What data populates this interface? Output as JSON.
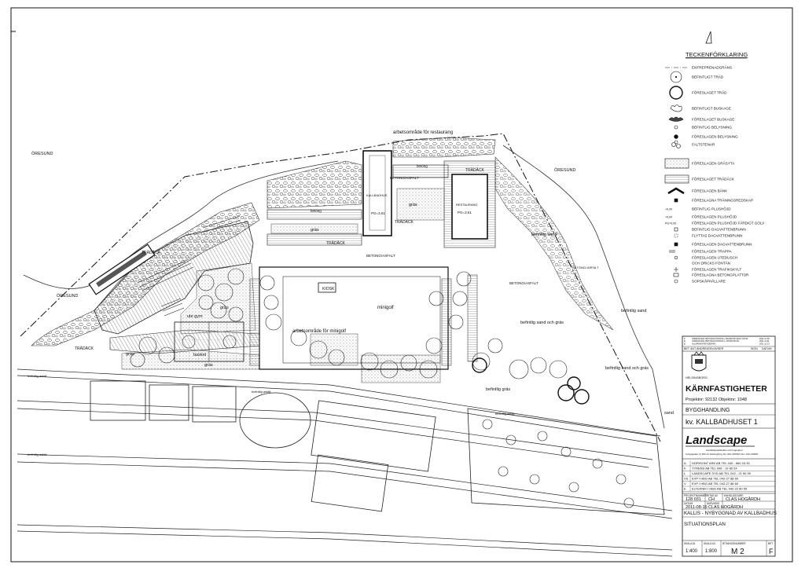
{
  "legend": {
    "title": "TECKENFÖRKLARING",
    "items": [
      {
        "label": "ENTREPRENADGRÄNS",
        "symbol": "dashdot-line"
      },
      {
        "label": "BEFINTLIGT TRÄD",
        "symbol": "tree-existing"
      },
      {
        "label": "FÖRESLAGET TRÄD",
        "symbol": "tree-proposed"
      },
      {
        "label": "BEFINTLIGT BUSKAGE",
        "symbol": "shrub-existing"
      },
      {
        "label": "FÖRESLAGET BUSKAGE",
        "symbol": "shrub-proposed"
      },
      {
        "label": "BEFINTLIG BELYSNING",
        "symbol": "light-existing"
      },
      {
        "label": "FÖRESLAGEN BELYSNING",
        "symbol": "light-proposed"
      },
      {
        "label": "FALTSTENAR",
        "symbol": "stones"
      },
      {
        "label": "FÖRESLAGEN GRÄSYTA",
        "symbol": "grass"
      },
      {
        "label": "FÖRESLAGET TRÄDÄCK",
        "symbol": "deck"
      },
      {
        "label": "FÖRESLAGEN BÄNK",
        "symbol": "bench"
      },
      {
        "label": "FÖRESLAGNA TRÄNINGSREDSKAP",
        "symbol": "gym"
      },
      {
        "label": "BEFINTLIG PLUSHÖJD",
        "symbol": "level-existing"
      },
      {
        "label": "FÖRESLAGEN PLUSHÖJD",
        "symbol": "level-proposed"
      },
      {
        "label": "FÖRESLAGEN PLUSHÖJD FÄRDIGT GOLV",
        "symbol": "level-floor"
      },
      {
        "label": "BEFINTLIG DAGVATTENBRUNN",
        "symbol": "drain-existing"
      },
      {
        "label": "FLYTTAS DAGVATTENBRUNN",
        "symbol": "drain-moved"
      },
      {
        "label": "FÖRESLAGEN DAGVATTENBRUNN",
        "symbol": "drain-proposed"
      },
      {
        "label": "FÖRESLAGEN TRAPPA",
        "symbol": "stair"
      },
      {
        "label": "FÖRESLAGEN UTEDUSCH",
        "symbol": "shower"
      },
      {
        "label": "OCH DRICKS FONTÄN",
        "symbol": "none"
      },
      {
        "label": "FÖRESLAGEN TRAFIKSKYLT",
        "symbol": "sign"
      },
      {
        "label": "FÖRESLAGNA BETONGPLATTOR",
        "symbol": "slabs"
      },
      {
        "label": "SOPSKÅPHÅLLARE",
        "symbol": "bin"
      }
    ]
  },
  "plan_labels": {
    "oresund_1": "ÖRESUND",
    "oresund_2": "ÖRESUND",
    "oresund_3": "ÖRESUND",
    "restaurant_area": "arbetsområde för restaurang",
    "minigolf_area": "arbetsområde för minigolf",
    "minigolf": "minigolf",
    "kiosk": "KIOSK",
    "kallbadhus": "KALLBADHUS",
    "restaurang": "RESTAURANG",
    "basket": "basket",
    "ute_gym": "ute gym",
    "grass": "gräs",
    "tradack": "TRÄDÄCK",
    "betong": "betong",
    "betong_asfalt": "BETONG/ASFALT",
    "sand_1": "befintlig sand",
    "sand_2": "befintlig sand",
    "sand_och_gras_1": "befintlig sand och gräs",
    "sand_och_gras_2": "befintlig sand och gräs",
    "befintlig_gras": "befintlig gräs",
    "sand_right": "sand",
    "befintlig_asfalt": "befintlig asfalt",
    "betong_asf_small": "BETONG/ ASFALT",
    "kallbadhus_pg": "PG=3,61",
    "restaurang_pg": "PG=3,61"
  },
  "revisions": {
    "rows": [
      {
        "letter": "F",
        "text": "ÄNDRAD ENL BETONGKONTROLL FRAMFÖR SELF KIOSK",
        "date": "2011.11.08"
      },
      {
        "letter": "E",
        "text": "ÄNDRAD ENL BETONGKONTROLL I NORR-SKÄR",
        "date": "2011.11.01"
      },
      {
        "letter": "D",
        "text": "ALLMÄNNA REVIDERING",
        "date": "2011.10.13"
      }
    ],
    "header": [
      "BET",
      "ANT",
      "ÄNDRINGEN AVSER",
      "SIGN",
      "DATUM"
    ]
  },
  "title_block": {
    "city": "HELSINGBORG",
    "client": "KÄRNFASTIGHETER",
    "project_line": "Projektnr: 92132   Objektnr: 1048",
    "stage": "BYGGHANDLING",
    "property": "kv. KALLBADHUSET 1",
    "company_logo": "Landscape",
    "company_sub": "Landskapsarkitekter och Ingenjörer",
    "company_address": "Kungsgatan 11  252 21 Helsingborg  Tel. 042-215040 Fax. 042-140061",
    "consultants": [
      {
        "letter": "A",
        "text": "HORISONT ARK AB    TEL 040 - 660 15 30"
      },
      {
        "letter": "K",
        "text": "TYRENS AB    TEL 046 - 19 80 24"
      },
      {
        "letter": "L",
        "text": "LANDSCAPE SYD AB   TEL 042 - 21 50 90"
      },
      {
        "letter": "VS",
        "text": "EVP I HBG AB   TEL 042-27 88 60"
      },
      {
        "letter": "V",
        "text": "EVP I HBG AB   TEL 042-27 88 60"
      },
      {
        "letter": "E",
        "text": "ELTEKNIK I HBG AB  TEL 042-22 80 50"
      }
    ],
    "projektnummer_label": "PROJEKTNUMMER",
    "projektnummer": "128 031",
    "ritad_av_label": "RITAD AV",
    "ritad_av": "CH",
    "handlaggare_label": "HANDLÄGGARE",
    "handlaggare": "CLAS HOGÅRDH",
    "datum_label": "DATUM",
    "datum": "2011-08-15",
    "ansvarig_label": "ANSVARIG",
    "ansvarig": "CLAS HOGÅRDH",
    "title1": "KALLIS - NYBYGGNAD AV KALLBADHUS",
    "title2": "SITUATIONSPLAN",
    "skala_a1_label": "SKALA A1",
    "skala_a1": "1:400",
    "skala_a3_label": "SKALA A3",
    "skala_a3": "1:800",
    "ritningsnummer_label": "RITNINGSNUMMER",
    "ritningsnummer": "M 2",
    "bet_label": "BET",
    "bet": "F"
  }
}
